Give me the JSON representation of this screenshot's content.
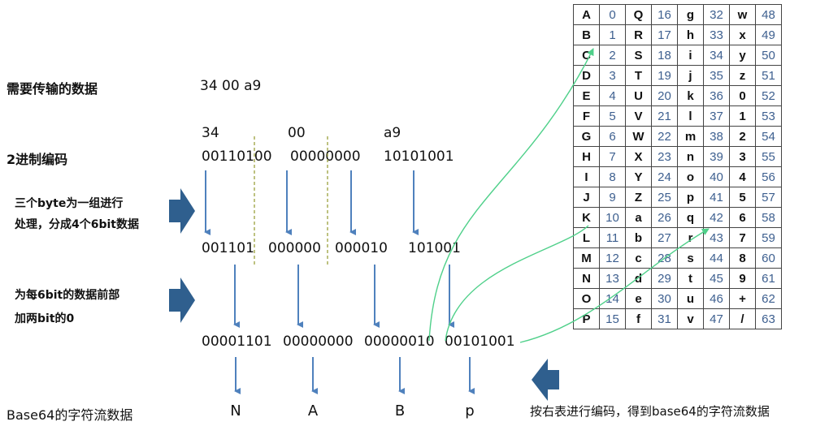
{
  "rows": {
    "data_label": "需要传输的数据",
    "data_value": "34 00 a9",
    "hex": [
      "34",
      "00",
      "a9"
    ],
    "binary_label": "2进制编码",
    "binary": [
      "00110100",
      "00000000",
      "10101001"
    ],
    "group_note": [
      "三个byte为一组进行",
      "处理，分成4个6bit数据"
    ],
    "six_bit": [
      "001101",
      "000000",
      "000010",
      "101001"
    ],
    "pad_note": [
      "为每6bit的数据前部",
      "加两bit的0"
    ],
    "eight_bit": [
      "00001101",
      "00000000",
      "00000010",
      "00101001"
    ],
    "output_label": "Base64的字符流数据",
    "output_chars": [
      "N",
      "A",
      "B",
      "p"
    ],
    "encode_note": "按右表进行编码，得到base64的字符流数据"
  },
  "table": [
    [
      [
        "A",
        "0"
      ],
      [
        "Q",
        "16"
      ],
      [
        "g",
        "32"
      ],
      [
        "w",
        "48"
      ]
    ],
    [
      [
        "B",
        "1"
      ],
      [
        "R",
        "17"
      ],
      [
        "h",
        "33"
      ],
      [
        "x",
        "49"
      ]
    ],
    [
      [
        "C",
        "2"
      ],
      [
        "S",
        "18"
      ],
      [
        "i",
        "34"
      ],
      [
        "y",
        "50"
      ]
    ],
    [
      [
        "D",
        "3"
      ],
      [
        "T",
        "19"
      ],
      [
        "j",
        "35"
      ],
      [
        "z",
        "51"
      ]
    ],
    [
      [
        "E",
        "4"
      ],
      [
        "U",
        "20"
      ],
      [
        "k",
        "36"
      ],
      [
        "0",
        "52"
      ]
    ],
    [
      [
        "F",
        "5"
      ],
      [
        "V",
        "21"
      ],
      [
        "l",
        "37"
      ],
      [
        "1",
        "53"
      ]
    ],
    [
      [
        "G",
        "6"
      ],
      [
        "W",
        "22"
      ],
      [
        "m",
        "38"
      ],
      [
        "2",
        "54"
      ]
    ],
    [
      [
        "H",
        "7"
      ],
      [
        "X",
        "23"
      ],
      [
        "n",
        "39"
      ],
      [
        "3",
        "55"
      ]
    ],
    [
      [
        "I",
        "8"
      ],
      [
        "Y",
        "24"
      ],
      [
        "o",
        "40"
      ],
      [
        "4",
        "56"
      ]
    ],
    [
      [
        "J",
        "9"
      ],
      [
        "Z",
        "25"
      ],
      [
        "p",
        "41"
      ],
      [
        "5",
        "57"
      ]
    ],
    [
      [
        "K",
        "10"
      ],
      [
        "a",
        "26"
      ],
      [
        "q",
        "42"
      ],
      [
        "6",
        "58"
      ]
    ],
    [
      [
        "L",
        "11"
      ],
      [
        "b",
        "27"
      ],
      [
        "r",
        "43"
      ],
      [
        "7",
        "59"
      ]
    ],
    [
      [
        "M",
        "12"
      ],
      [
        "c",
        "28"
      ],
      [
        "s",
        "44"
      ],
      [
        "8",
        "60"
      ]
    ],
    [
      [
        "N",
        "13"
      ],
      [
        "d",
        "29"
      ],
      [
        "t",
        "45"
      ],
      [
        "9",
        "61"
      ]
    ],
    [
      [
        "O",
        "14"
      ],
      [
        "e",
        "30"
      ],
      [
        "u",
        "46"
      ],
      [
        "+",
        "62"
      ]
    ],
    [
      [
        "P",
        "15"
      ],
      [
        "f",
        "31"
      ],
      [
        "v",
        "47"
      ],
      [
        "/",
        "63"
      ]
    ]
  ],
  "colors": {
    "arrow_blue": "#4f81bd",
    "chevron_blue": "#2f5f8e",
    "divider_olive": "#9aa03c",
    "link_green": "#4fd08a",
    "index_text": "#3d5f8f"
  },
  "icons": {
    "process_arrow": "chevron-right-icon",
    "encode_arrow": "chevron-left-icon"
  }
}
